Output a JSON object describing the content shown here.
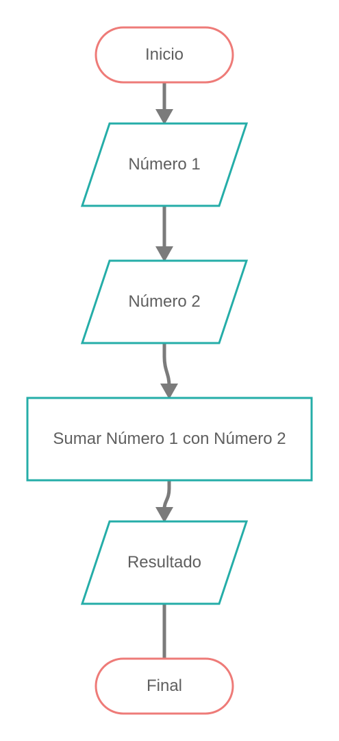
{
  "diagram": {
    "type": "flowchart",
    "colors": {
      "terminal_stroke": "#ee7b78",
      "io_stroke": "#25ada8",
      "process_stroke": "#25ada8",
      "connector": "#7b7b7b",
      "text": "#5f5f5f"
    },
    "nodes": [
      {
        "id": "start",
        "kind": "terminal",
        "label": "Inicio"
      },
      {
        "id": "input1",
        "kind": "input",
        "label": "Número 1"
      },
      {
        "id": "input2",
        "kind": "input",
        "label": "Número 2"
      },
      {
        "id": "sum",
        "kind": "process",
        "label": "Sumar Número 1 con Número 2"
      },
      {
        "id": "output",
        "kind": "output",
        "label": "Resultado"
      },
      {
        "id": "end",
        "kind": "terminal",
        "label": "Final"
      }
    ],
    "edges": [
      {
        "from": "start",
        "to": "input1",
        "arrow": true
      },
      {
        "from": "input1",
        "to": "input2",
        "arrow": true
      },
      {
        "from": "input2",
        "to": "sum",
        "arrow": true
      },
      {
        "from": "sum",
        "to": "output",
        "arrow": true
      },
      {
        "from": "output",
        "to": "end",
        "arrow": false
      }
    ]
  }
}
